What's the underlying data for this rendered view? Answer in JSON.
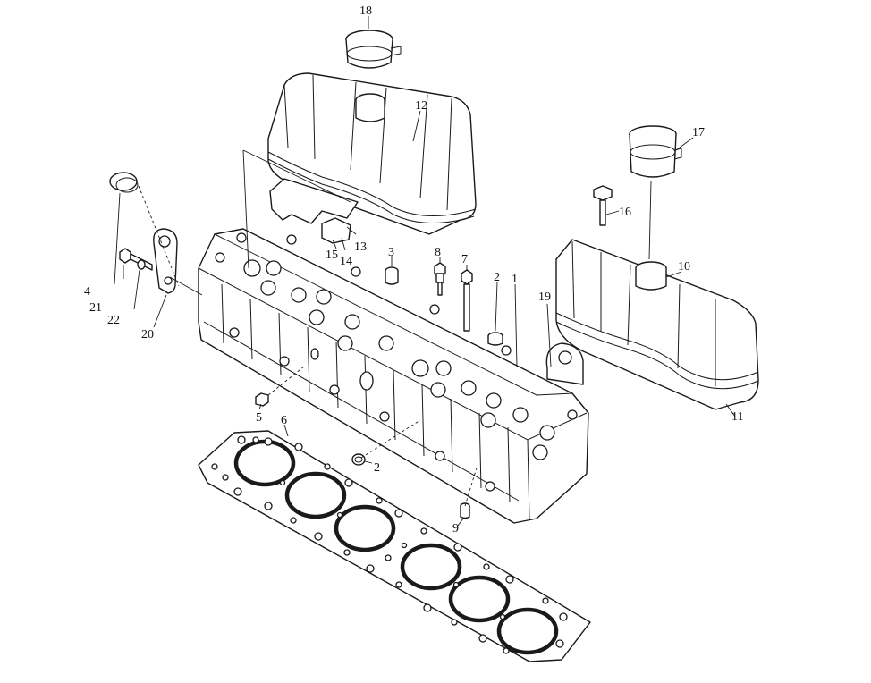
{
  "callouts": [
    {
      "id": "c1",
      "text": "1"
    },
    {
      "id": "c2a",
      "text": "2"
    },
    {
      "id": "c2b",
      "text": "2"
    },
    {
      "id": "c3",
      "text": "3"
    },
    {
      "id": "c4",
      "text": "4"
    },
    {
      "id": "c5",
      "text": "5"
    },
    {
      "id": "c6",
      "text": "6"
    },
    {
      "id": "c7",
      "text": "7"
    },
    {
      "id": "c8",
      "text": "8"
    },
    {
      "id": "c9",
      "text": "9"
    },
    {
      "id": "c10",
      "text": "10"
    },
    {
      "id": "c11",
      "text": "11"
    },
    {
      "id": "c12",
      "text": "12"
    },
    {
      "id": "c13",
      "text": "13"
    },
    {
      "id": "c14",
      "text": "14"
    },
    {
      "id": "c15",
      "text": "15"
    },
    {
      "id": "c16",
      "text": "16"
    },
    {
      "id": "c17",
      "text": "17"
    },
    {
      "id": "c18",
      "text": "18"
    },
    {
      "id": "c19",
      "text": "19"
    },
    {
      "id": "c20",
      "text": "20"
    },
    {
      "id": "c21",
      "text": "21"
    },
    {
      "id": "c22",
      "text": "22"
    }
  ]
}
